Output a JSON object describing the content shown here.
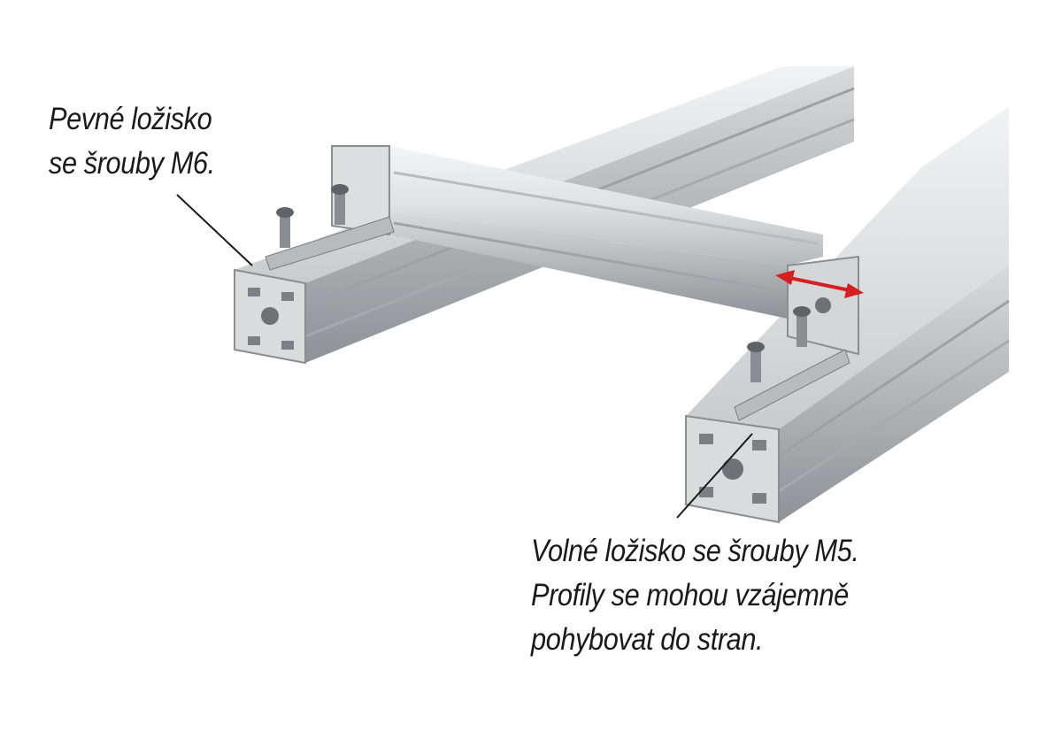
{
  "labels": {
    "fixed_bearing": {
      "line1": "Pevné ložisko",
      "line2": "se šrouby M6."
    },
    "floating_bearing": {
      "line1": "Volné ložisko se šrouby M5.",
      "line2": "Profily se mohou vzájemně",
      "line3": "pohybovat do stran."
    }
  },
  "colors": {
    "aluminium_light": "#e4e6e8",
    "aluminium_mid": "#c2c5c8",
    "aluminium_dark": "#8f9397",
    "arrow": "#d42020",
    "text": "#1a1a1a"
  }
}
